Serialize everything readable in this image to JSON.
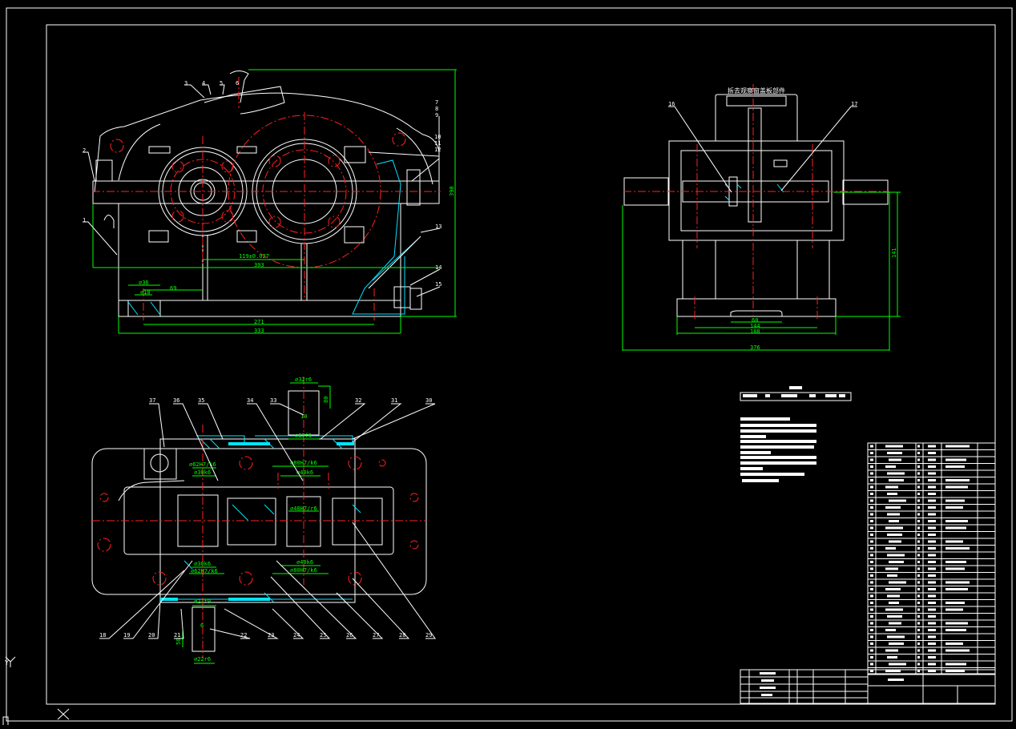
{
  "colors": {
    "background": "#000000",
    "outline": "#ffffff",
    "dimension": "#00ff00",
    "centerline": "#ff2020",
    "hatch": "#00e5ff"
  },
  "front_view": {
    "part_numbers": [
      "1",
      "2",
      "3",
      "4",
      "5",
      "6",
      "7",
      "8",
      "9",
      "10",
      "11",
      "12",
      "13",
      "14",
      "15"
    ],
    "dimensions": {
      "center_distance": "119±0.027",
      "width_top": "393",
      "height": "390",
      "bolt_hole_outer": "⌀36",
      "bolt_hole_inner": "⌀18",
      "offset": "69",
      "base_bolt_span": "271",
      "base_length": "333"
    }
  },
  "side_view": {
    "note": "拆去观察窗盖板部件",
    "part_numbers": [
      "16",
      "17"
    ],
    "dimensions": {
      "height": "141",
      "slot": "60",
      "bolt_span": "144",
      "base_width": "188",
      "overall": "376"
    }
  },
  "top_view": {
    "part_numbers": [
      "18",
      "19",
      "20",
      "21",
      "22",
      "23",
      "24",
      "25",
      "26",
      "27",
      "28",
      "29",
      "30",
      "31",
      "32",
      "33",
      "34",
      "35",
      "36",
      "37"
    ],
    "dimensions": {
      "output_shaft": "⌀32r6",
      "output_len": "80",
      "key": "10",
      "seal_out": "⌀37f9",
      "bearing_out_housing": "⌀80H7/k6",
      "bearing_out_shaft": "⌀40k6",
      "gear_fit": "⌀48H7/r6",
      "bearing_in_housing_top": "⌀62H7/k6",
      "bearing_in_shaft_top": "⌀30k6",
      "bearing_in_shaft_bot": "⌀30k6",
      "bearing_in_housing_bot": "⌀62H7/k6",
      "seal_in": "⌀27f9",
      "input_shaft": "⌀22r6",
      "input_len": "50",
      "key_in": "6",
      "bearing_out_shaft_bot": "⌀40k6",
      "bearing_out_housing_bot": "⌀80H7/k6"
    }
  },
  "axes": {
    "y": "Y",
    "x": "X"
  }
}
